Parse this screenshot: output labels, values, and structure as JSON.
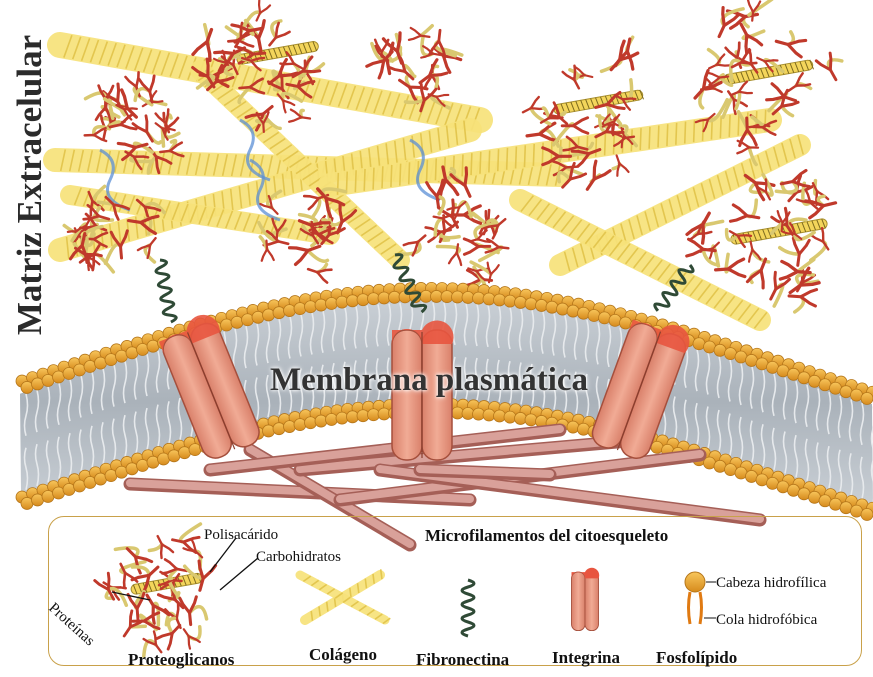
{
  "title_vertical": "Matriz Extracelular",
  "membrane_label": "Membrana plasmática",
  "microfilaments_label": "Microfilamentos del citoesqueleto",
  "legend": {
    "polysaccharide": "Polisacárido",
    "carbohydrates": "Carbohidratos",
    "proteins": "Proteínas",
    "proteoglycans": "Proteoglicanos",
    "collagen": "Colágeno",
    "fibronectin": "Fibronectina",
    "integrin": "Integrina",
    "phospholipid": "Fosfolípido",
    "hydrophilic_head": "Cabeza hidrofílica",
    "hydrophobic_tail": "Cola hidrofóbica"
  },
  "colors": {
    "collagen": "#f7e27a",
    "lipid_head": "#e9a23b",
    "membrane_core": "#b8bfc6",
    "integrin": "#ec9a82",
    "integrin_top": "#e8553f",
    "filament": "#c9827a",
    "fibronectin": "#2f4a36",
    "proteoglycan_red": "#c0392b"
  }
}
